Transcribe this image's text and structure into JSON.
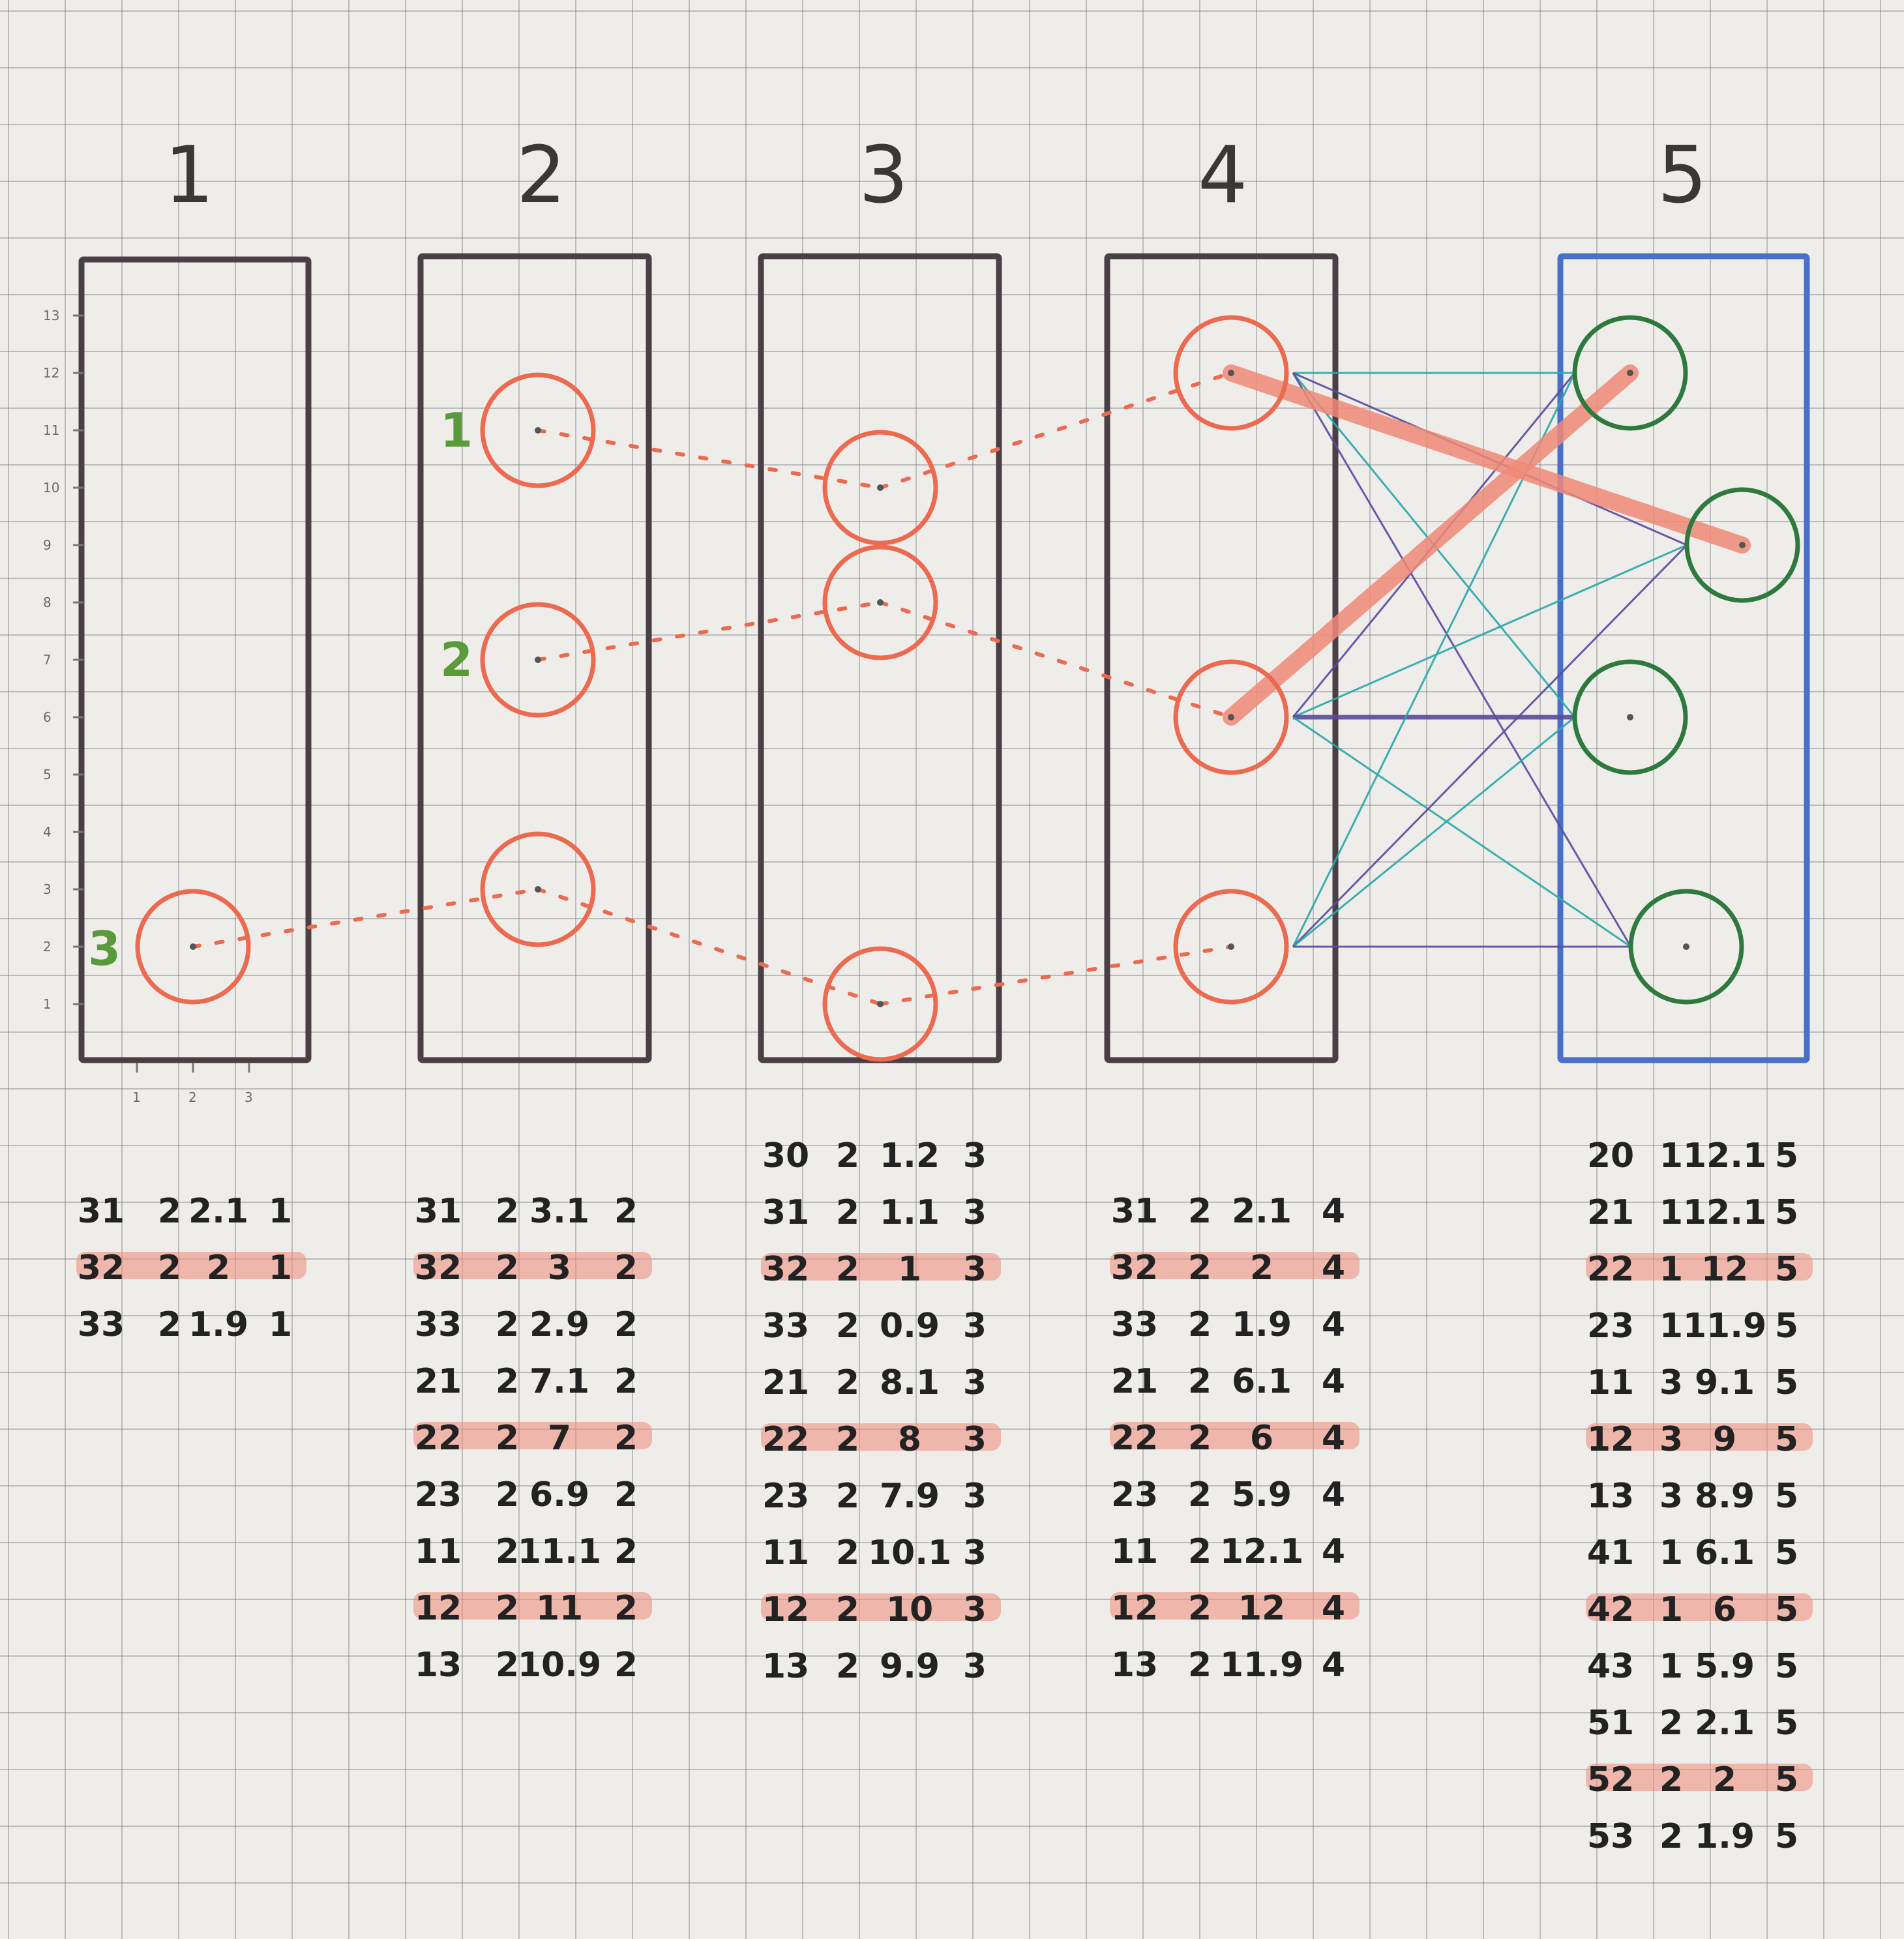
{
  "columns": [
    {
      "title": "1",
      "rows": [
        {
          "cells": [
            "31",
            "2",
            "2.1",
            "1"
          ],
          "highlight": false
        },
        {
          "cells": [
            "32",
            "2",
            "2",
            "1"
          ],
          "highlight": true
        },
        {
          "cells": [
            "33",
            "2",
            "1.9",
            "1"
          ],
          "highlight": false
        }
      ]
    },
    {
      "title": "2",
      "rows": [
        {
          "cells": [
            "31",
            "2",
            "3.1",
            "2"
          ],
          "highlight": false
        },
        {
          "cells": [
            "32",
            "2",
            "3",
            "2"
          ],
          "highlight": true
        },
        {
          "cells": [
            "33",
            "2",
            "2.9",
            "2"
          ],
          "highlight": false
        },
        {
          "cells": [
            "21",
            "2",
            "7.1",
            "2"
          ],
          "highlight": false
        },
        {
          "cells": [
            "22",
            "2",
            "7",
            "2"
          ],
          "highlight": true
        },
        {
          "cells": [
            "23",
            "2",
            "6.9",
            "2"
          ],
          "highlight": false
        },
        {
          "cells": [
            "11",
            "2",
            "11.1",
            "2"
          ],
          "highlight": false
        },
        {
          "cells": [
            "12",
            "2",
            "11",
            "2"
          ],
          "highlight": true
        },
        {
          "cells": [
            "13",
            "2",
            "10.9",
            "2"
          ],
          "highlight": false
        }
      ]
    },
    {
      "title": "3",
      "rows": [
        {
          "cells": [
            "30",
            "2",
            "1.2",
            "3"
          ],
          "highlight": false
        },
        {
          "cells": [
            "31",
            "2",
            "1.1",
            "3"
          ],
          "highlight": false
        },
        {
          "cells": [
            "32",
            "2",
            "1",
            "3"
          ],
          "highlight": true
        },
        {
          "cells": [
            "33",
            "2",
            "0.9",
            "3"
          ],
          "highlight": false
        },
        {
          "cells": [
            "21",
            "2",
            "8.1",
            "3"
          ],
          "highlight": false
        },
        {
          "cells": [
            "22",
            "2",
            "8",
            "3"
          ],
          "highlight": true
        },
        {
          "cells": [
            "23",
            "2",
            "7.9",
            "3"
          ],
          "highlight": false
        },
        {
          "cells": [
            "11",
            "2",
            "10.1",
            "3"
          ],
          "highlight": false
        },
        {
          "cells": [
            "12",
            "2",
            "10",
            "3"
          ],
          "highlight": true
        },
        {
          "cells": [
            "13",
            "2",
            "9.9",
            "3"
          ],
          "highlight": false
        }
      ]
    },
    {
      "title": "4",
      "rows": [
        {
          "cells": [
            "31",
            "2",
            "2.1",
            "4"
          ],
          "highlight": false
        },
        {
          "cells": [
            "32",
            "2",
            "2",
            "4"
          ],
          "highlight": true
        },
        {
          "cells": [
            "33",
            "2",
            "1.9",
            "4"
          ],
          "highlight": false
        },
        {
          "cells": [
            "21",
            "2",
            "6.1",
            "4"
          ],
          "highlight": false
        },
        {
          "cells": [
            "22",
            "2",
            "6",
            "4"
          ],
          "highlight": true
        },
        {
          "cells": [
            "23",
            "2",
            "5.9",
            "4"
          ],
          "highlight": false
        },
        {
          "cells": [
            "11",
            "2",
            "12.1",
            "4"
          ],
          "highlight": false
        },
        {
          "cells": [
            "12",
            "2",
            "12",
            "4"
          ],
          "highlight": true
        },
        {
          "cells": [
            "13",
            "2",
            "11.9",
            "4"
          ],
          "highlight": false
        }
      ]
    },
    {
      "title": "5",
      "rows": [
        {
          "cells": [
            "20",
            "1",
            "12.1",
            "5"
          ],
          "highlight": false
        },
        {
          "cells": [
            "21",
            "1",
            "12.1",
            "5"
          ],
          "highlight": false
        },
        {
          "cells": [
            "22",
            "1",
            "12",
            "5"
          ],
          "highlight": true
        },
        {
          "cells": [
            "23",
            "1",
            "11.9",
            "5"
          ],
          "highlight": false
        },
        {
          "cells": [
            "11",
            "3",
            "9.1",
            "5"
          ],
          "highlight": false
        },
        {
          "cells": [
            "12",
            "3",
            "9",
            "5"
          ],
          "highlight": true
        },
        {
          "cells": [
            "13",
            "3",
            "8.9",
            "5"
          ],
          "highlight": false
        },
        {
          "cells": [
            "41",
            "1",
            "6.1",
            "5"
          ],
          "highlight": false
        },
        {
          "cells": [
            "42",
            "1",
            "6",
            "5"
          ],
          "highlight": true
        },
        {
          "cells": [
            "43",
            "1",
            "5.9",
            "5"
          ],
          "highlight": false
        },
        {
          "cells": [
            "51",
            "2",
            "2.1",
            "5"
          ],
          "highlight": false
        },
        {
          "cells": [
            "52",
            "2",
            "2",
            "5"
          ],
          "highlight": true
        },
        {
          "cells": [
            "53",
            "2",
            "1.9",
            "5"
          ],
          "highlight": false
        }
      ]
    }
  ],
  "y_axis_ticks": [
    "13",
    "12",
    "11",
    "10",
    "9",
    "8",
    "7",
    "6",
    "5",
    "4",
    "3",
    "2",
    "1"
  ],
  "x_axis_ticks": [
    "1",
    "2",
    "3"
  ],
  "track_labels": [
    "1",
    "2",
    "3"
  ],
  "nodes": {
    "col1": [
      {
        "x": 2,
        "y": 2
      }
    ],
    "col2": [
      {
        "x": 2,
        "y": 11
      },
      {
        "x": 2,
        "y": 7
      },
      {
        "x": 2,
        "y": 3
      }
    ],
    "col3": [
      {
        "x": 2,
        "y": 10
      },
      {
        "x": 2,
        "y": 8
      },
      {
        "x": 2,
        "y": 1
      }
    ],
    "col4": [
      {
        "x": 2,
        "y": 12
      },
      {
        "x": 2,
        "y": 6
      },
      {
        "x": 2,
        "y": 2
      }
    ],
    "col5": [
      {
        "x": 1,
        "y": 12
      },
      {
        "x": 3,
        "y": 9
      },
      {
        "x": 1,
        "y": 6
      },
      {
        "x": 2,
        "y": 2
      }
    ]
  },
  "colors": {
    "frame": "#4a3f45",
    "frame5": "#4a6fc8",
    "node": "#ec6a50",
    "node5": "#2e7a3e",
    "highlight": "#f08a78",
    "teal": "#2aa8a8",
    "purple": "#5a4aa0",
    "green_label": "#5a9a3a"
  }
}
